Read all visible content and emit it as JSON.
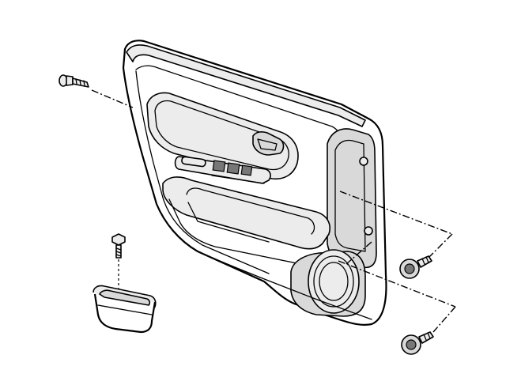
{
  "diagram": {
    "subject": "door-trim-panel-exploded-view",
    "colors": {
      "ink": "#000000",
      "paper": "#ffffff",
      "shade": "#d9d9d9",
      "fill_dark": "#777777"
    },
    "parts": [
      "door-trim-panel",
      "armrest",
      "switch-bezel",
      "door-handle-bezel",
      "speaker-grille",
      "push-retainer",
      "trim-screw-lower-left",
      "pull-cup",
      "trim-screw-right-upper",
      "trim-screw-right-lower"
    ]
  }
}
